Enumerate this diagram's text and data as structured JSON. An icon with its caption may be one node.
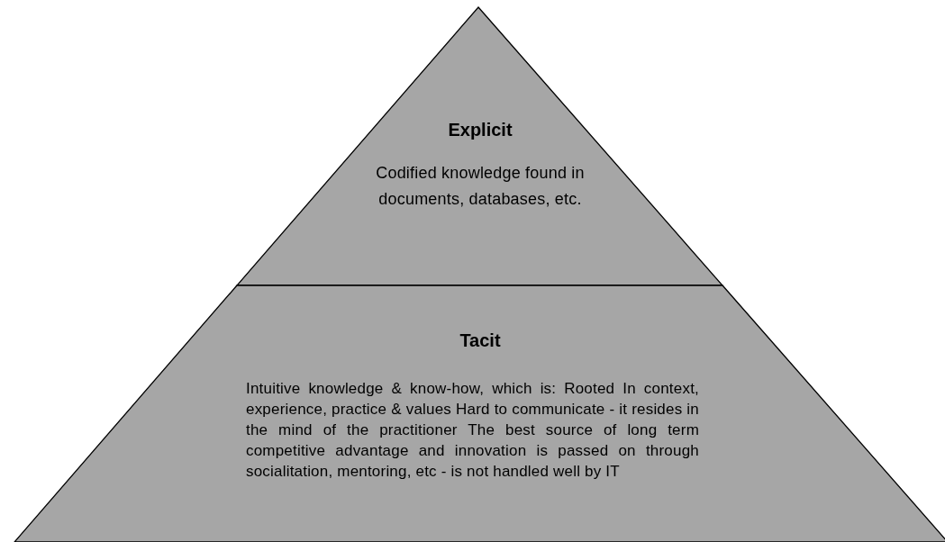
{
  "diagram": {
    "nodes": [
      {
        "text": [
          "Explicit",
          "Codified knowledge found in documents, databases, etc."
        ]
      },
      {
        "text": [
          "Tacit",
          "Intuitive knowledge & know-how, which is: Rooted In context, experience, practice & values Hard to communicate - it resides in the mind of the practitioner The best source of long term competitive advantage and innovation is passed on through socialitation, mentoring, etc - is not handled well by IT"
        ]
      }
    ]
  }
}
